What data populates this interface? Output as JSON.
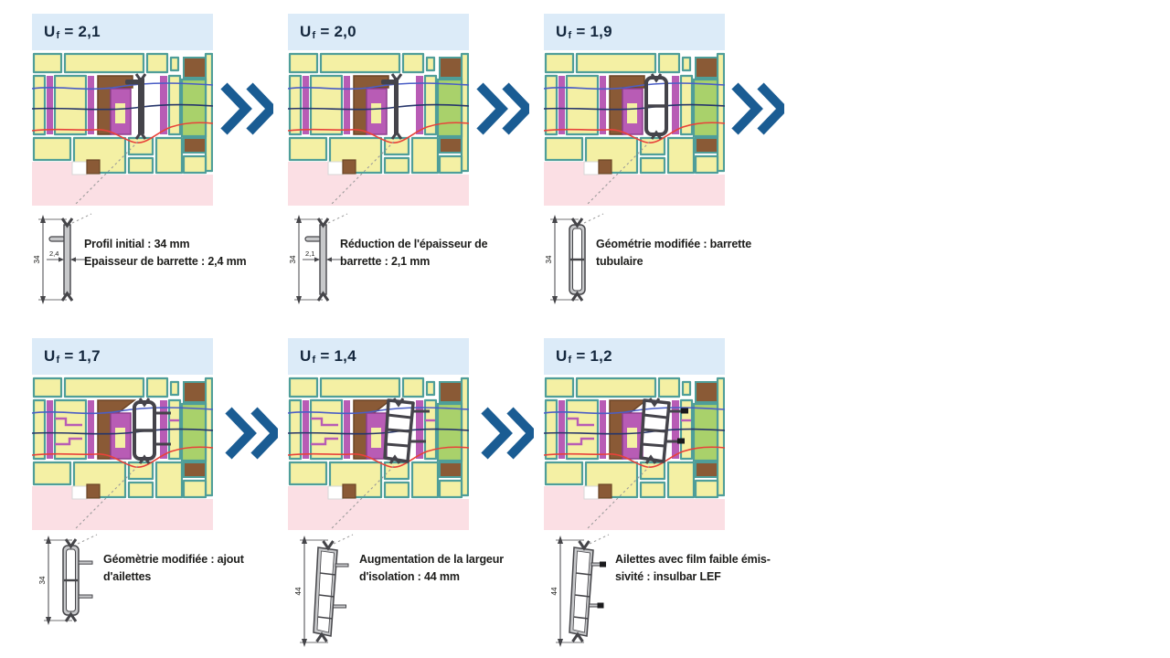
{
  "colors": {
    "chevron": "#1a5c93",
    "header_bg": "#dcebf8",
    "header_text": "#14273d",
    "teal_outline": "#4f9e99",
    "yellow_fill": "#f4f0a4",
    "green_fill": "#a9d16b",
    "purple_fill": "#b85cb5",
    "brown_fill": "#8a5a36",
    "break_dark": "#44434a",
    "pink_band": "#fbdfe4",
    "isotherm_blue": "#4a5ec6",
    "isotherm_navy": "#27366b",
    "isotherm_red": "#e8423a"
  },
  "icons": {
    "chevron_icon": "double-chevron-right"
  },
  "panels": [
    {
      "u_symbol": "U",
      "u_subscript": "f",
      "u_equals": "=",
      "u_value": "2,1",
      "dim_height": "34",
      "dim_width": "2,4",
      "description_lines": [
        "Profil initial : 34 mm",
        "Epaisseur de barrette : 2,4 mm"
      ]
    },
    {
      "u_symbol": "U",
      "u_subscript": "f",
      "u_equals": "=",
      "u_value": "2,0",
      "dim_height": "34",
      "dim_width": "2,1",
      "description_lines": [
        "Réduction de l'épaisseur de",
        "barrette : 2,1 mm"
      ]
    },
    {
      "u_symbol": "U",
      "u_subscript": "f",
      "u_equals": "=",
      "u_value": "1,9",
      "dim_height": "34",
      "dim_width": "",
      "description_lines": [
        "Géométrie modifiée : barrette",
        "tubulaire"
      ]
    },
    {
      "u_symbol": "U",
      "u_subscript": "f",
      "u_equals": "=",
      "u_value": "1,7",
      "dim_height": "34",
      "dim_width": "",
      "description_lines": [
        "Géomètrie modifiée : ajout",
        "d'ailettes"
      ]
    },
    {
      "u_symbol": "U",
      "u_subscript": "f",
      "u_equals": "=",
      "u_value": "1,4",
      "dim_height": "44",
      "dim_width": "",
      "description_lines": [
        "Augmentation de la largeur",
        "d'isolation  : 44 mm"
      ]
    },
    {
      "u_symbol": "U",
      "u_subscript": "f",
      "u_equals": "=",
      "u_value": "1,2",
      "dim_height": "44",
      "dim_width": "",
      "description_lines": [
        "Ailettes avec film faible émis-",
        "sivité : insulbar LEF"
      ]
    }
  ]
}
